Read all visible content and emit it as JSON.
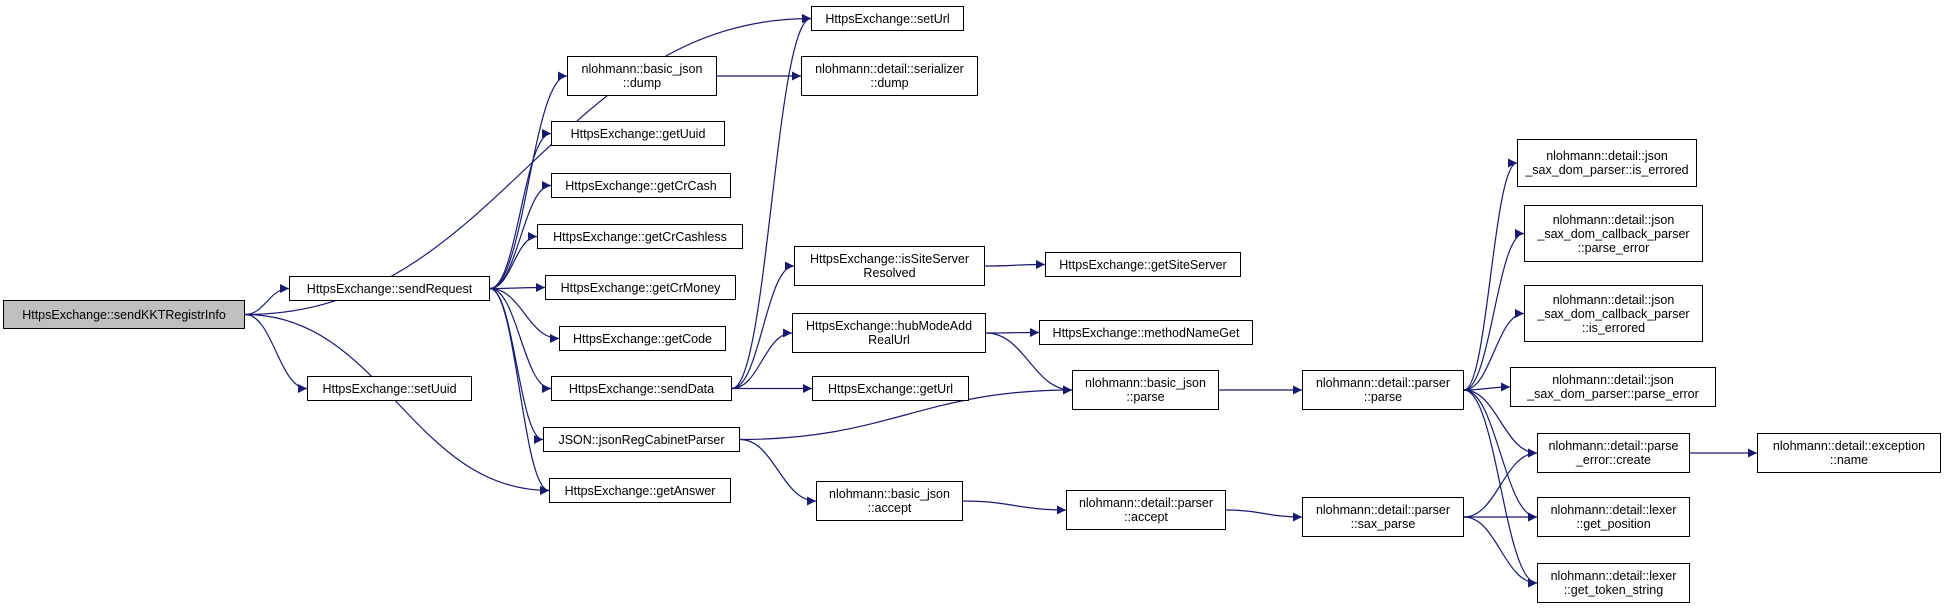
{
  "nodes": {
    "send_kkt": {
      "lines": [
        "HttpsExchange::sendKKTRegistrInfo"
      ],
      "root": true
    },
    "send_request": {
      "lines": [
        "HttpsExchange::sendRequest"
      ]
    },
    "set_uuid": {
      "lines": [
        "HttpsExchange::setUuid"
      ]
    },
    "set_url": {
      "lines": [
        "HttpsExchange::setUrl"
      ]
    },
    "json_dump": {
      "lines": [
        "nlohmann::basic_json",
        "::dump"
      ]
    },
    "serializer_dump": {
      "lines": [
        "nlohmann::detail::serializer",
        "::dump"
      ]
    },
    "get_uuid": {
      "lines": [
        "HttpsExchange::getUuid"
      ]
    },
    "get_cr_cash": {
      "lines": [
        "HttpsExchange::getCrCash"
      ]
    },
    "get_cr_cashless": {
      "lines": [
        "HttpsExchange::getCrCashless"
      ]
    },
    "get_cr_money": {
      "lines": [
        "HttpsExchange::getCrMoney"
      ]
    },
    "get_code": {
      "lines": [
        "HttpsExchange::getCode"
      ]
    },
    "send_data": {
      "lines": [
        "HttpsExchange::sendData"
      ]
    },
    "json_reg_cabinet": {
      "lines": [
        "JSON::jsonRegCabinetParser"
      ]
    },
    "get_answer": {
      "lines": [
        "HttpsExchange::getAnswer"
      ]
    },
    "is_site_server": {
      "lines": [
        "HttpsExchange::isSiteServer",
        "Resolved"
      ]
    },
    "get_site_server": {
      "lines": [
        "HttpsExchange::getSiteServer"
      ]
    },
    "hub_mode": {
      "lines": [
        "HttpsExchange::hubModeAdd",
        "RealUrl"
      ]
    },
    "method_name_get": {
      "lines": [
        "HttpsExchange::methodNameGet"
      ]
    },
    "get_url": {
      "lines": [
        "HttpsExchange::getUrl"
      ]
    },
    "json_accept": {
      "lines": [
        "nlohmann::basic_json",
        "::accept"
      ]
    },
    "json_parse": {
      "lines": [
        "nlohmann::basic_json",
        "::parse"
      ]
    },
    "parser_accept": {
      "lines": [
        "nlohmann::detail::parser",
        "::accept"
      ]
    },
    "parser_parse": {
      "lines": [
        "nlohmann::detail::parser",
        "::parse"
      ]
    },
    "sax_parse": {
      "lines": [
        "nlohmann::detail::parser",
        "::sax_parse"
      ]
    },
    "sax_dom_is_errored": {
      "lines": [
        "nlohmann::detail::json",
        "_sax_dom_parser::is_errored"
      ]
    },
    "sax_dom_cb_parse_error": {
      "lines": [
        "nlohmann::detail::json",
        "_sax_dom_callback_parser",
        "::parse_error"
      ]
    },
    "sax_dom_cb_is_errored": {
      "lines": [
        "nlohmann::detail::json",
        "_sax_dom_callback_parser",
        "::is_errored"
      ]
    },
    "sax_dom_parse_error": {
      "lines": [
        "nlohmann::detail::json",
        "_sax_dom_parser::parse_error"
      ]
    },
    "parse_error_create": {
      "lines": [
        "nlohmann::detail::parse",
        "_error::create"
      ]
    },
    "exception_name": {
      "lines": [
        "nlohmann::detail::exception",
        "::name"
      ]
    },
    "lexer_get_position": {
      "lines": [
        "nlohmann::detail::lexer",
        "::get_position"
      ]
    },
    "lexer_get_token_string": {
      "lines": [
        "nlohmann::detail::lexer",
        "::get_token_string"
      ]
    }
  },
  "edges": [
    [
      "send_kkt",
      "send_request"
    ],
    [
      "send_kkt",
      "set_uuid"
    ],
    [
      "send_kkt",
      "set_url"
    ],
    [
      "send_kkt",
      "get_answer"
    ],
    [
      "send_request",
      "json_dump"
    ],
    [
      "send_request",
      "get_uuid"
    ],
    [
      "send_request",
      "get_cr_cash"
    ],
    [
      "send_request",
      "get_cr_cashless"
    ],
    [
      "send_request",
      "get_cr_money"
    ],
    [
      "send_request",
      "get_code"
    ],
    [
      "send_request",
      "send_data"
    ],
    [
      "send_request",
      "json_reg_cabinet"
    ],
    [
      "send_request",
      "get_answer"
    ],
    [
      "json_dump",
      "serializer_dump"
    ],
    [
      "send_data",
      "set_url"
    ],
    [
      "send_data",
      "is_site_server"
    ],
    [
      "send_data",
      "hub_mode"
    ],
    [
      "send_data",
      "get_url"
    ],
    [
      "is_site_server",
      "get_site_server"
    ],
    [
      "hub_mode",
      "method_name_get"
    ],
    [
      "hub_mode",
      "json_parse"
    ],
    [
      "json_reg_cabinet",
      "json_parse"
    ],
    [
      "json_reg_cabinet",
      "json_accept"
    ],
    [
      "json_accept",
      "parser_accept"
    ],
    [
      "json_parse",
      "parser_parse"
    ],
    [
      "parser_accept",
      "sax_parse"
    ],
    [
      "parser_parse",
      "sax_dom_is_errored"
    ],
    [
      "parser_parse",
      "sax_dom_cb_parse_error"
    ],
    [
      "parser_parse",
      "sax_dom_cb_is_errored"
    ],
    [
      "parser_parse",
      "sax_dom_parse_error"
    ],
    [
      "parser_parse",
      "parse_error_create"
    ],
    [
      "parser_parse",
      "lexer_get_position"
    ],
    [
      "parser_parse",
      "lexer_get_token_string"
    ],
    [
      "sax_parse",
      "parse_error_create"
    ],
    [
      "sax_parse",
      "lexer_get_position"
    ],
    [
      "sax_parse",
      "lexer_get_token_string"
    ],
    [
      "parse_error_create",
      "exception_name"
    ]
  ],
  "colors": {
    "edge": "#191970",
    "root_fill": "#bfbfbf",
    "node_fill": "#ffffff",
    "node_border": "#000000"
  }
}
